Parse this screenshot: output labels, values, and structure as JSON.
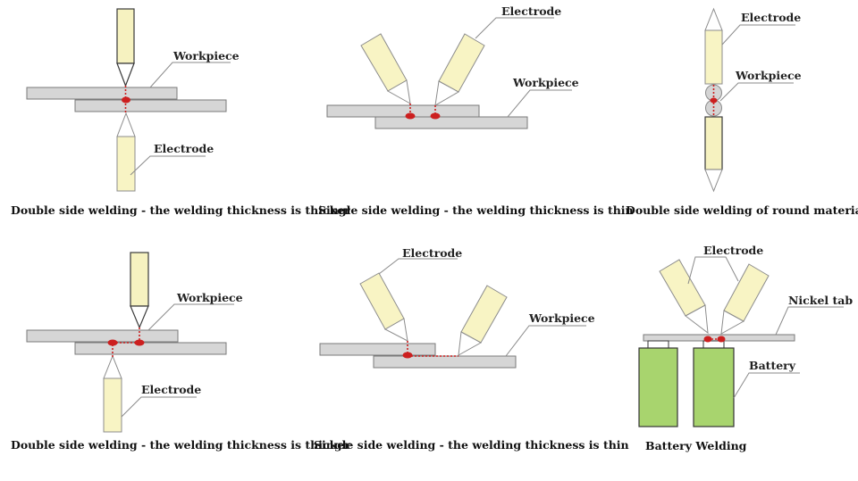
{
  "labels": {
    "workpiece": "Workpiece",
    "electrode": "Electrode",
    "nickel_tab": "Nickel tab",
    "battery": "Battery"
  },
  "captions": {
    "p1": "Double side welding - the welding thickness is thicker",
    "p2": "Single side welding - the welding thickness is thin",
    "p3": "Double side welding of round materials",
    "p4": "Double side welding - the welding thickness is thicker",
    "p5": "Single side welding - the welding thickness is thin",
    "p6": "Battery Welding"
  },
  "colors": {
    "electrode_fill": "#f6f2c0",
    "plate_fill": "#d6d6d6",
    "weld_red": "#cc1f1f",
    "battery_green": "#a8d46e"
  }
}
